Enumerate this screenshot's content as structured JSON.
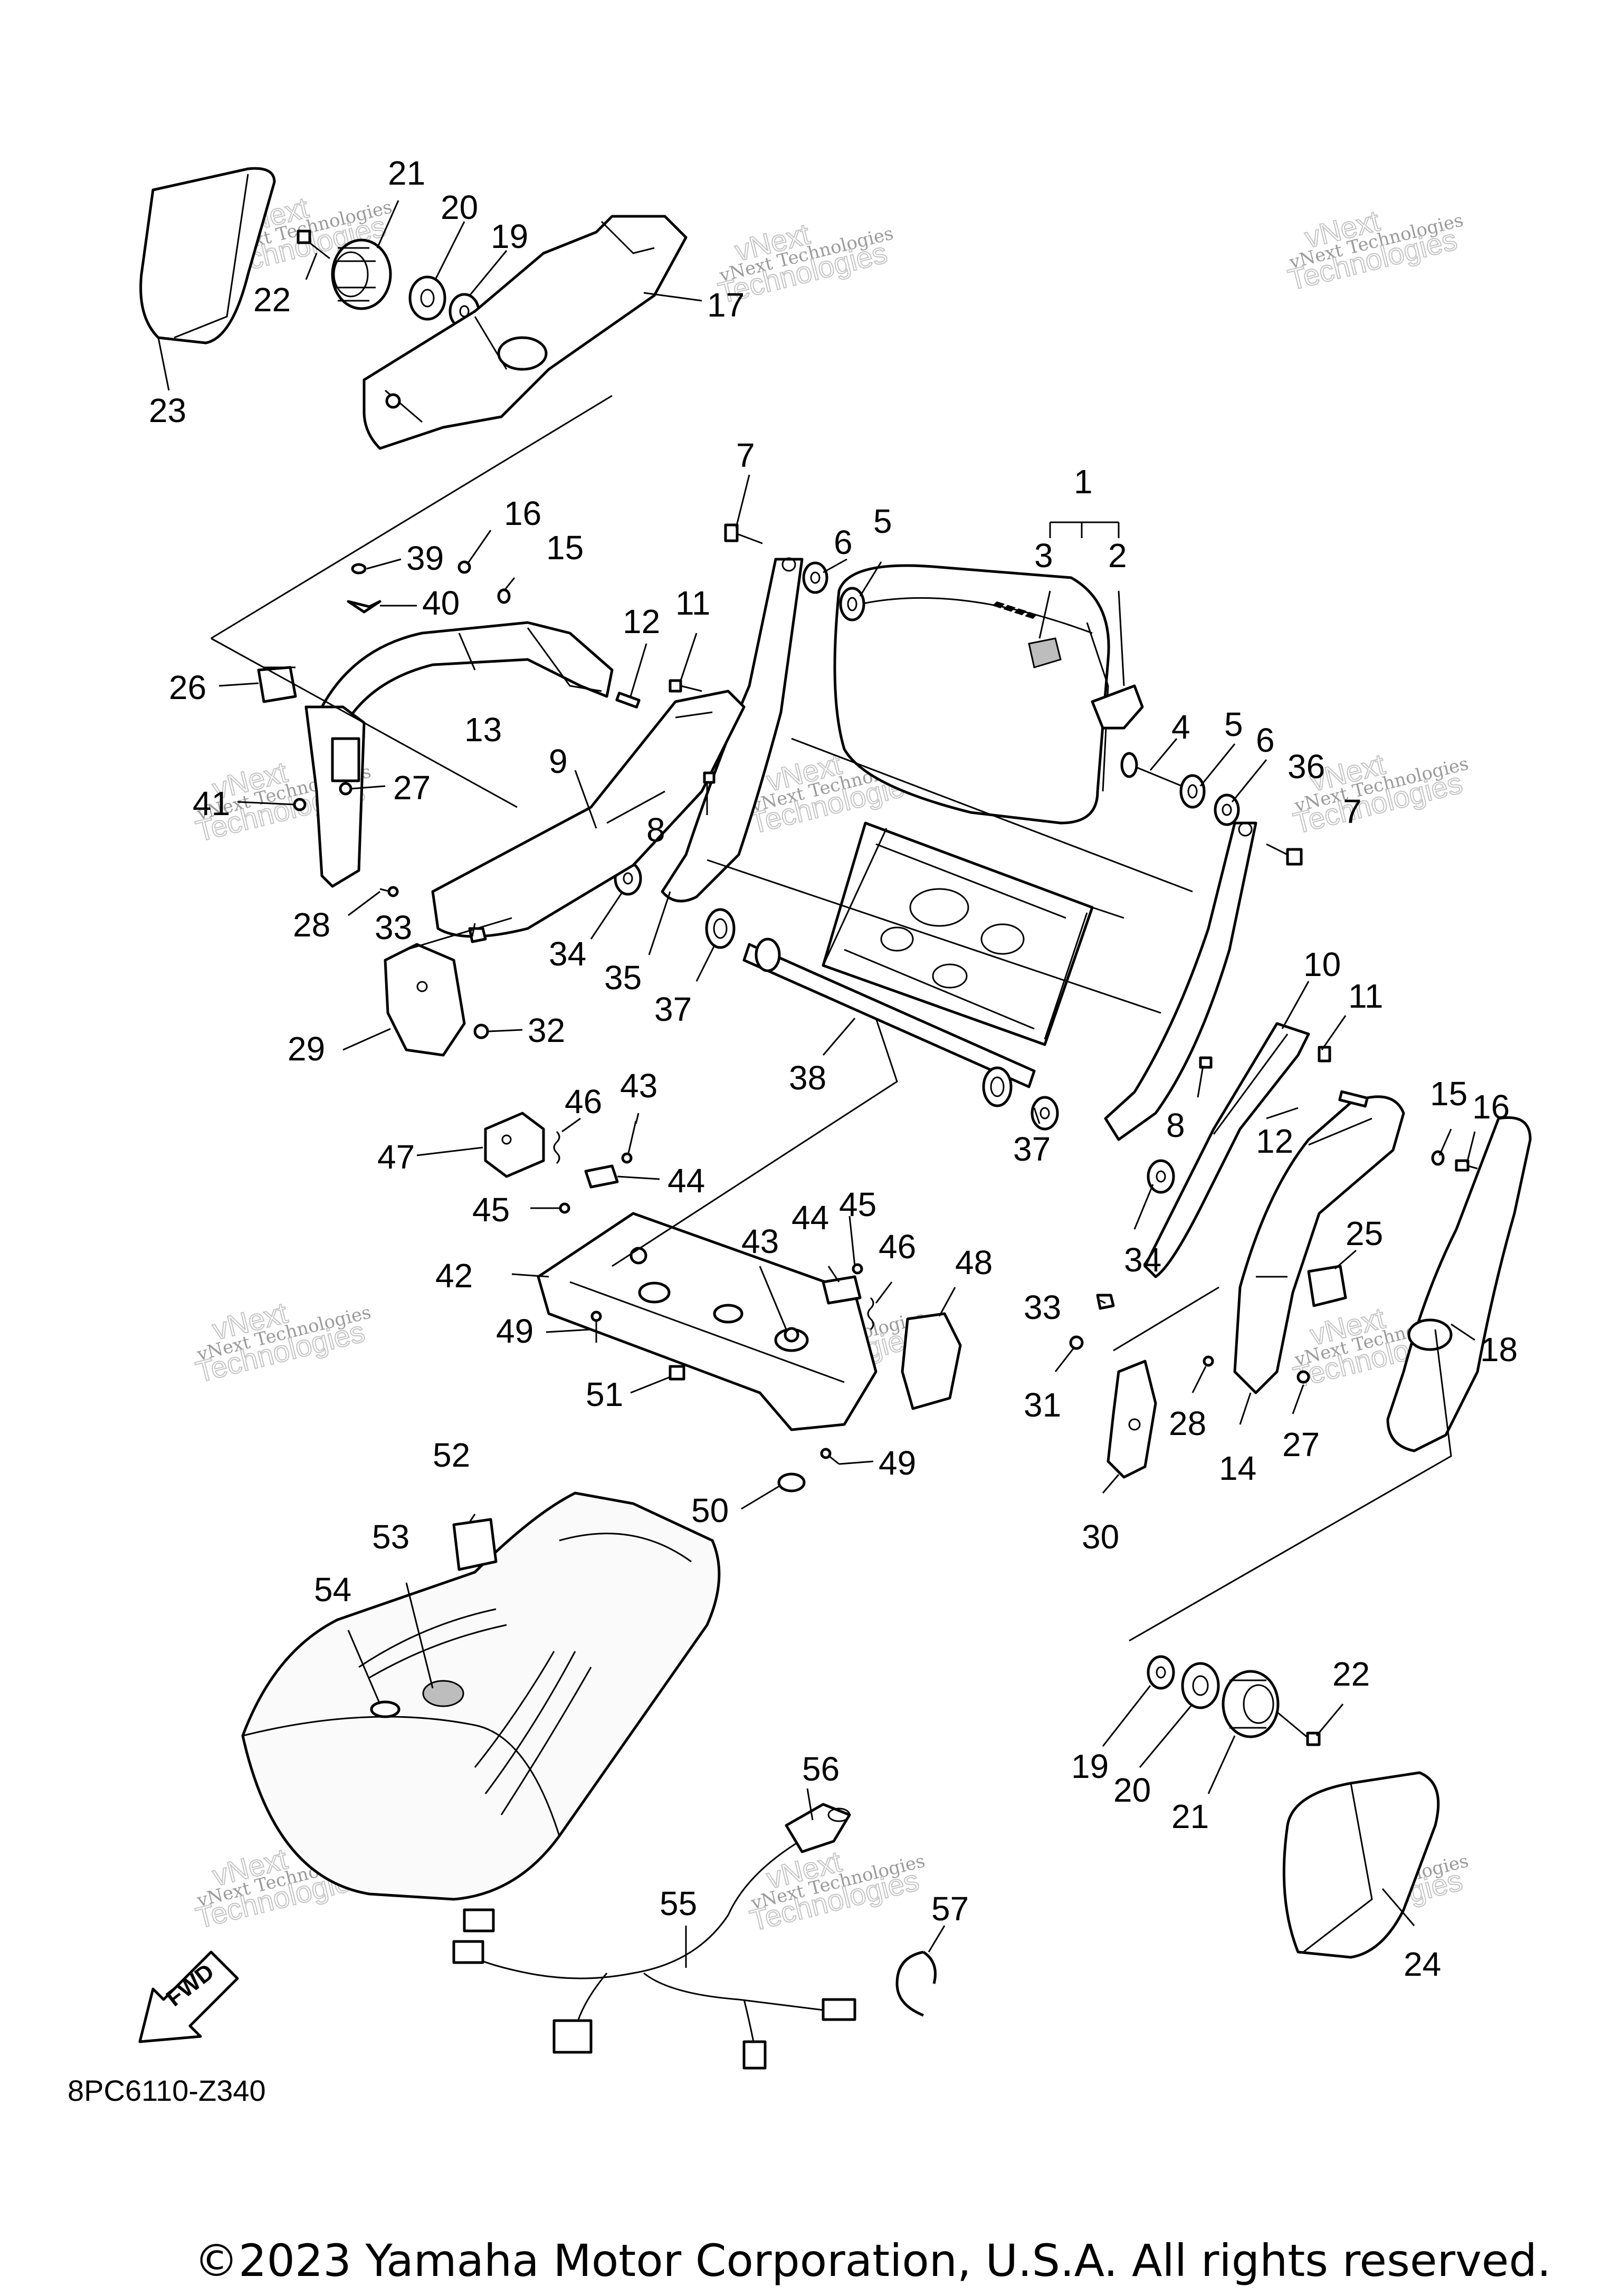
{
  "diagram_code": "8PC6110-Z340",
  "copyright": "©2023 Yamaha Motor Corporation, U.S.A. All rights reserved.",
  "fwd_label": "FWD",
  "watermark": {
    "line1": "vNext Technologies",
    "line2": "Technologies",
    "line3": "vNext"
  },
  "callouts": {
    "c1": "1",
    "c2": "2",
    "c3": "3",
    "c4": "4",
    "c5a": "5",
    "c5b": "5",
    "c6a": "6",
    "c6b": "6",
    "c7a": "7",
    "c7b": "7",
    "c8a": "8",
    "c8b": "8",
    "c9": "9",
    "c10": "10",
    "c11a": "11",
    "c11b": "11",
    "c12a": "12",
    "c12b": "12",
    "c13": "13",
    "c14": "14",
    "c15a": "15",
    "c15b": "15",
    "c16a": "16",
    "c16b": "16",
    "c17": "17",
    "c18": "18",
    "c19a": "19",
    "c19b": "19",
    "c20a": "20",
    "c20b": "20",
    "c21a": "21",
    "c21b": "21",
    "c22a": "22",
    "c22b": "22",
    "c23": "23",
    "c24": "24",
    "c25": "25",
    "c26": "26",
    "c27a": "27",
    "c27b": "27",
    "c28a": "28",
    "c28b": "28",
    "c29": "29",
    "c30": "30",
    "c31": "31",
    "c32": "32",
    "c33a": "33",
    "c33b": "33",
    "c34a": "34",
    "c34b": "34",
    "c35": "35",
    "c36": "36",
    "c37a": "37",
    "c37b": "37",
    "c38": "38",
    "c39": "39",
    "c40": "40",
    "c41": "41",
    "c42": "42",
    "c43a": "43",
    "c43b": "43",
    "c44a": "44",
    "c44b": "44",
    "c45a": "45",
    "c45b": "45",
    "c46a": "46",
    "c46b": "46",
    "c47": "47",
    "c48": "48",
    "c49a": "49",
    "c49b": "49",
    "c50": "50",
    "c51": "51",
    "c52": "52",
    "c53": "53",
    "c54": "54",
    "c55": "55",
    "c56": "56",
    "c57": "57"
  }
}
